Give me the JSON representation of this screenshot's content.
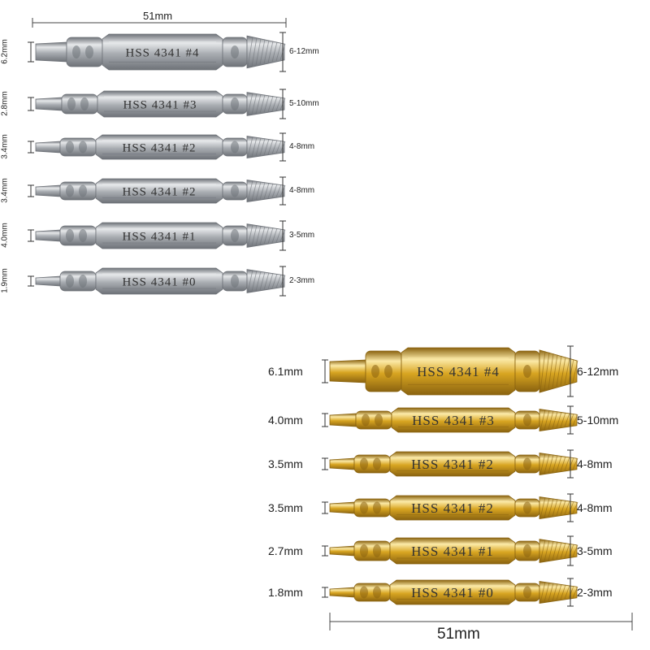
{
  "silver_set": {
    "finish": "silver",
    "colors": {
      "body": "#a9adb2",
      "highlight": "#e6e8ea",
      "shadow": "#6e7278"
    },
    "overall_length_label": "51mm",
    "bits": [
      {
        "engraving": "HSS  4341  #4",
        "drill_dia": "6.2mm",
        "screw_range": "6-12mm"
      },
      {
        "engraving": "HSS  4341  #3",
        "drill_dia": "2.8mm",
        "screw_range": "5-10mm"
      },
      {
        "engraving": "HSS  4341  #2",
        "drill_dia": "3.4mm",
        "screw_range": "4-8mm"
      },
      {
        "engraving": "HSS  4341  #2",
        "drill_dia": "3.4mm",
        "screw_range": "4-8mm"
      },
      {
        "engraving": "HSS  4341  #1",
        "drill_dia": "4.0mm",
        "screw_range": "3-5mm"
      },
      {
        "engraving": "HSS  4341  #0",
        "drill_dia": "1.9mm",
        "screw_range": "2-3mm"
      }
    ]
  },
  "gold_set": {
    "finish": "gold",
    "colors": {
      "body": "#d8a521",
      "highlight": "#fbe9a6",
      "shadow": "#8a6310"
    },
    "overall_length_label": "51mm",
    "bits": [
      {
        "engraving": "HSS  4341  #4",
        "drill_dia": "6.1mm",
        "screw_range": "6-12mm"
      },
      {
        "engraving": "HSS  4341  #3",
        "drill_dia": "4.0mm",
        "screw_range": "5-10mm"
      },
      {
        "engraving": "HSS  4341  #2",
        "drill_dia": "3.5mm",
        "screw_range": "4-8mm"
      },
      {
        "engraving": "HSS  4341  #2",
        "drill_dia": "3.5mm",
        "screw_range": "4-8mm"
      },
      {
        "engraving": "HSS  4341  #1",
        "drill_dia": "2.7mm",
        "screw_range": "3-5mm"
      },
      {
        "engraving": "HSS  4341  #0",
        "drill_dia": "1.8mm",
        "screw_range": "2-3mm"
      }
    ]
  }
}
